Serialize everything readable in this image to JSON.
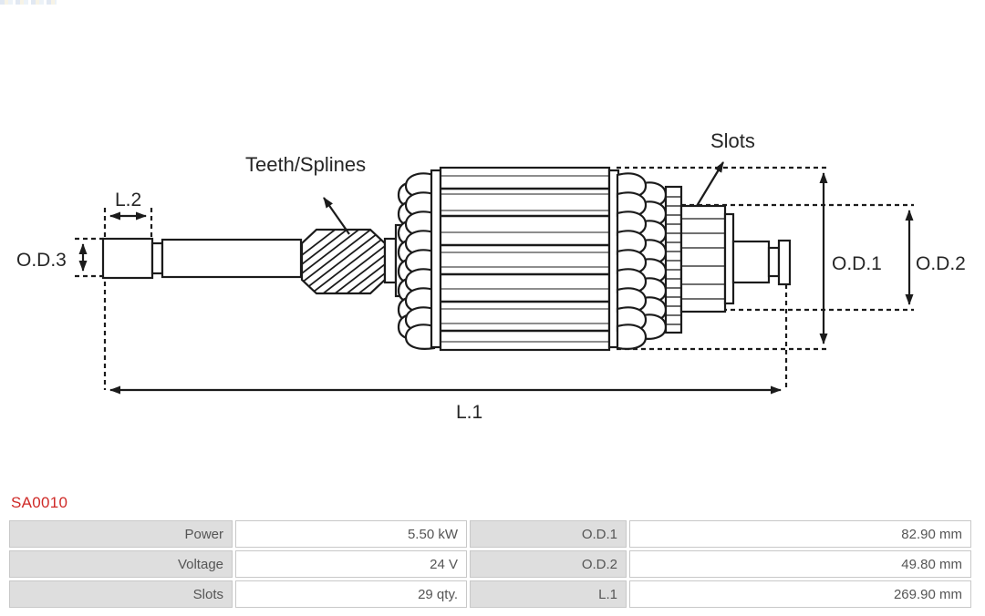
{
  "part_number": "SA0010",
  "diagram": {
    "labels": {
      "teeth_splines": "Teeth/Splines",
      "slots": "Slots",
      "od1": "O.D.1",
      "od2": "O.D.2",
      "od3": "O.D.3",
      "l2": "L.2",
      "l1": "L.1"
    }
  },
  "specs": {
    "rows": [
      {
        "label": "Power",
        "value": "5.50 kW",
        "dim_label": "O.D.1",
        "dim_value": "82.90 mm"
      },
      {
        "label": "Voltage",
        "value": "24 V",
        "dim_label": "O.D.2",
        "dim_value": "49.80 mm"
      },
      {
        "label": "Slots",
        "value": "29 qty.",
        "dim_label": "L.1",
        "dim_value": "269.90 mm"
      }
    ]
  },
  "colors": {
    "part_number_red": "#cf2a27",
    "drawing_line": "#1b1b1b",
    "table_label_bg": "#dedede",
    "table_border": "#c8c8c8",
    "table_text": "#555555"
  }
}
